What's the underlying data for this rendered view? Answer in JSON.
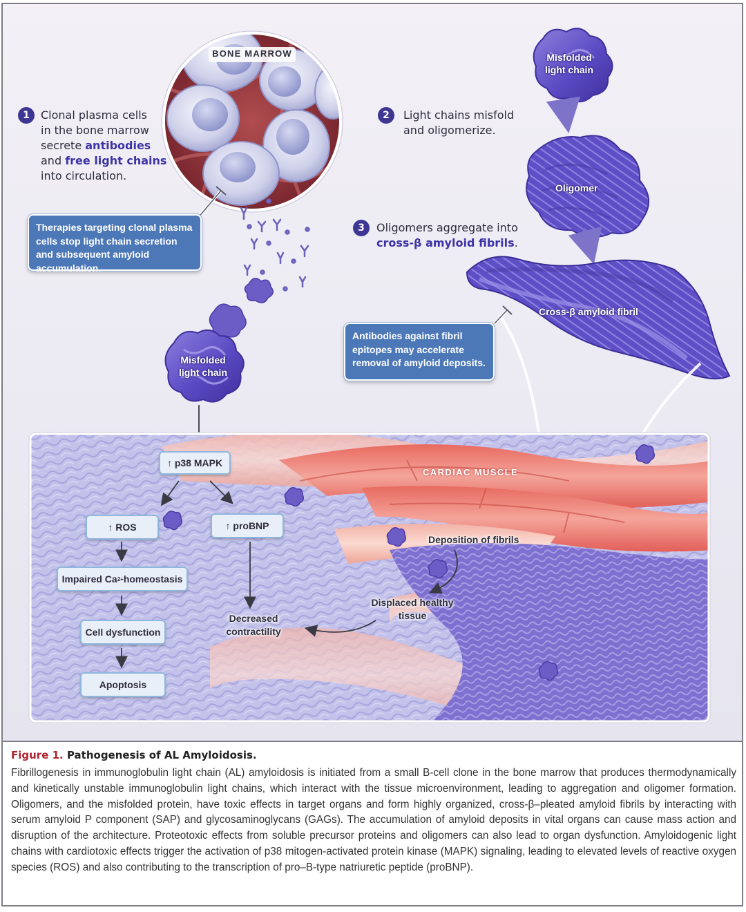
{
  "figure": {
    "step1": {
      "number": "1",
      "line1": "Clonal plasma cells",
      "line2": "in the bone marrow",
      "line3_pre": "secrete ",
      "line3_hl": "antibodies",
      "line4_pre": "and ",
      "line4_hl": "free light chains",
      "line5": "into circulation."
    },
    "step2": {
      "number": "2",
      "line1": "Light chains misfold",
      "line2": "and oligomerize."
    },
    "step3": {
      "number": "3",
      "line1": "Oligomers aggregate into",
      "line2_hl": "cross-β amyloid fibrils",
      "line2_post": "."
    },
    "bone_marrow_label": "BONE MARROW",
    "callout_therapy": "Therapies targeting clonal plasma cells stop light chain secretion and subsequent amyloid accumulation.",
    "callout_antibody": "Antibodies against fibril epitopes may accelerate removal of amyloid deposits.",
    "misfolded_top": {
      "line1": "Misfolded",
      "line2": "light chain"
    },
    "misfolded_left": {
      "line1": "Misfolded",
      "line2": "light chain"
    },
    "oligomer_label": "Oligomer",
    "fibril_label": "Cross-β amyloid fibril",
    "cardiac_label": "CARDIAC MUSCLE",
    "flow": {
      "p38": "↑ p38 MAPK",
      "ros": "↑ ROS",
      "probnp": "↑ proBNP",
      "calcium_pre": "Impaired Ca",
      "calcium_sup": "2+",
      "calcium_post": " homeostasis",
      "cell_dysfunction": "Cell dysfunction",
      "apoptosis": "Apoptosis",
      "decreased_line1": "Decreased",
      "decreased_line2": "contractility",
      "deposition": "Deposition of fibrils",
      "displaced_line1": "Displaced healthy",
      "displaced_line2": "tissue"
    },
    "colors": {
      "accent_purple": "#3d3692",
      "callout_blue": "#4d78b8",
      "muscle_red": "#d9534f",
      "fibril_violet": "#6a5acd",
      "caption_red": "#b0232e"
    }
  },
  "caption": {
    "figure_number": "Figure 1.",
    "title": " Pathogenesis of AL Amyloidosis.",
    "body": "Fibrillogenesis in immunoglobulin light chain (AL) amyloidosis is initiated from a small B-cell clone in the bone marrow that produces thermodynamically and kinetically unstable immunoglobulin light chains, which interact with the tissue microenvironment, leading to aggregation and oligomer formation. Oligomers, and the misfolded protein, have toxic effects in target organs and form highly organized, cross-β–pleated amyloid fibrils by interacting with serum amyloid P component (SAP) and glycosaminoglycans (GAGs). The accumulation of amyloid deposits in vital organs can cause mass action and disruption of the architecture. Proteotoxic effects from soluble precursor proteins and oligomers can also lead to organ dysfunction. Amyloidogenic light chains with cardiotoxic effects trigger the activation of p38 mitogen-activated protein kinase (MAPK) signaling, leading to elevated levels of reactive oxygen species (ROS) and also contributing to the transcription of pro–B-type natriuretic peptide (proBNP)."
  }
}
